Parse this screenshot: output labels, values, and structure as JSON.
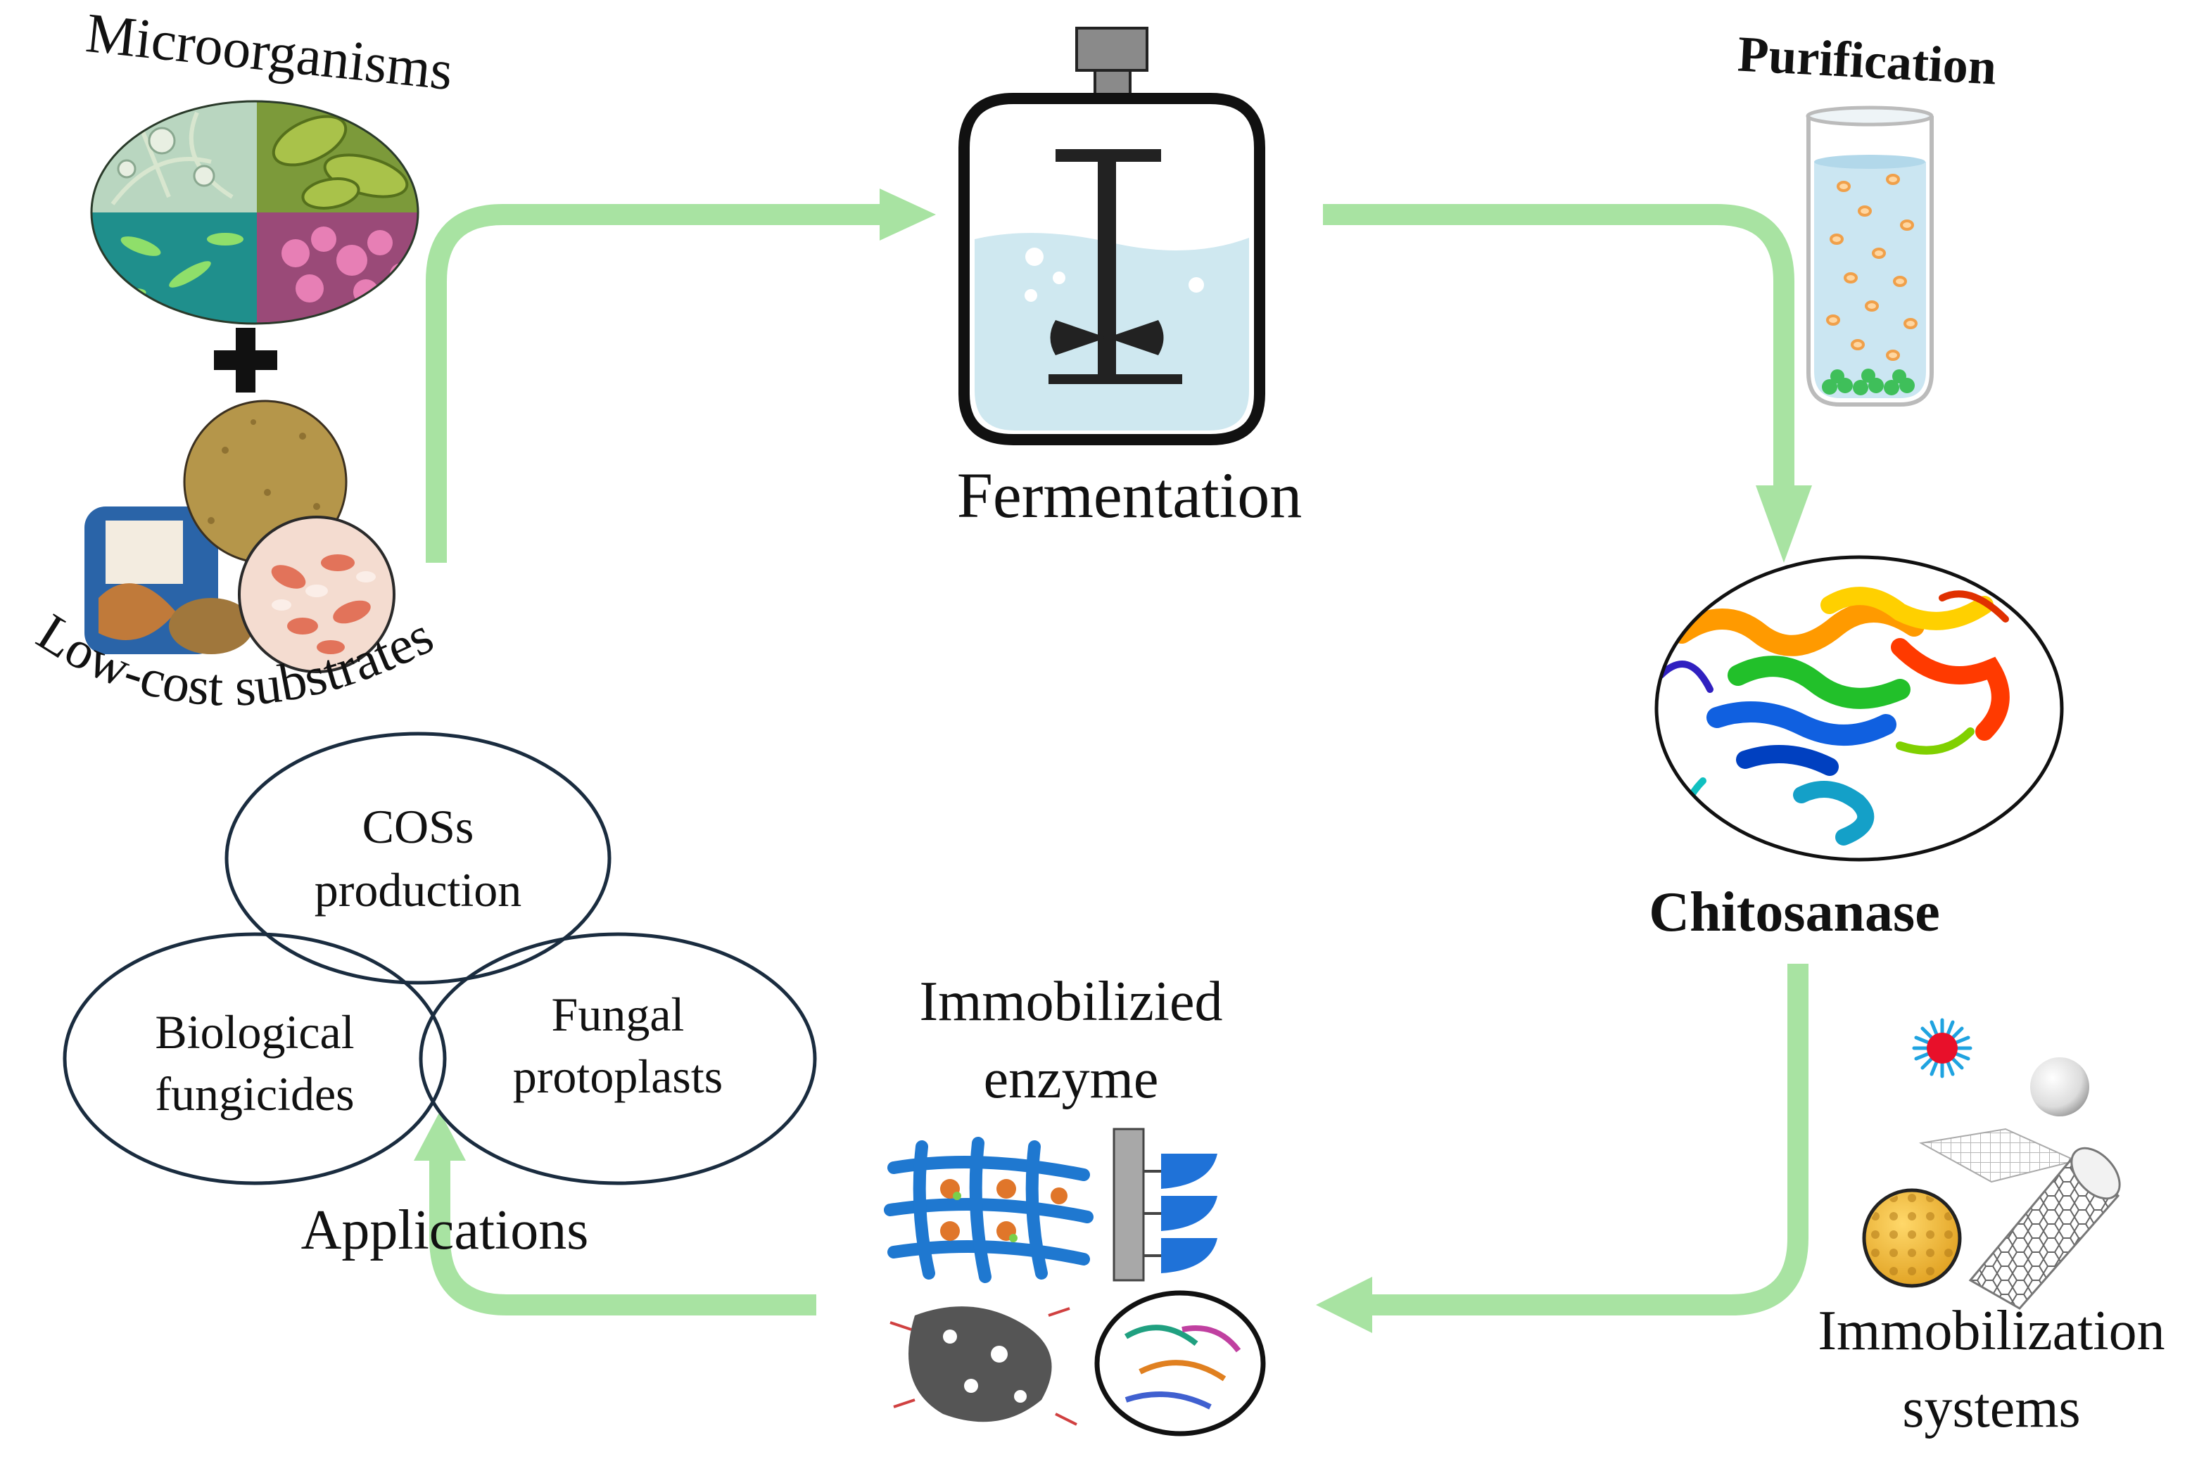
{
  "labels": {
    "microorganisms": "Microorganisms",
    "low_cost_substrates": "Low-cost substrates",
    "fermentation": "Fermentation",
    "purification": "Purification",
    "chitosanase": "Chitosanase",
    "immobilization_line1": "Immobilization",
    "immobilization_line2": "systems",
    "immobilized_line1": "Immobilizied",
    "immobilized_line2": "enzyme",
    "applications": "Applications",
    "cos_line1": "COSs",
    "cos_line2": "production",
    "bio_line1": "Biological",
    "bio_line2": "fungicides",
    "fungal_line1": "Fungal",
    "fungal_line2": "protoplasts"
  },
  "colors": {
    "arrow": "#a8e3a2",
    "liquid": "#cfe8f0",
    "outline": "#1f2f44"
  },
  "icons": [
    "microorganism-collage",
    "plus-icon",
    "substrate-collage",
    "fermenter-icon",
    "test-tube-icon",
    "protein-structure",
    "nanocarrier-collage",
    "immobilized-enzyme-collage"
  ]
}
